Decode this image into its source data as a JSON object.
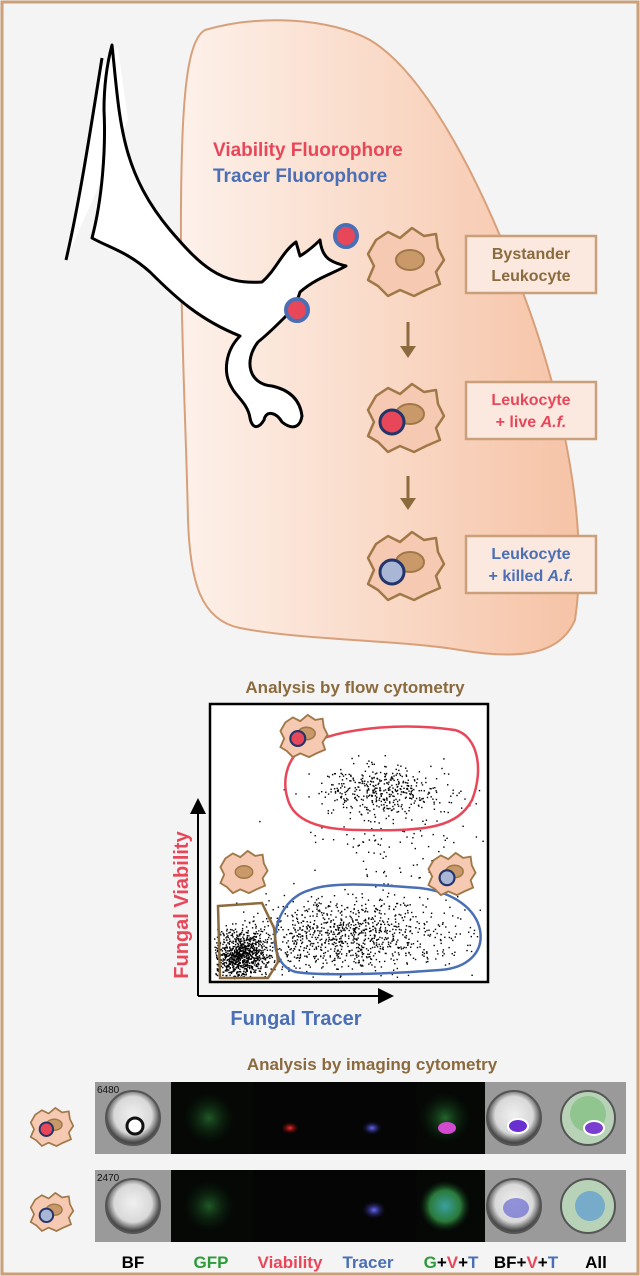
{
  "legend": {
    "viability_label": "Viability Fluorophore",
    "tracer_label": "Tracer Fluorophore"
  },
  "cells": [
    {
      "line1": "Bystander",
      "line2": "Leukocyte",
      "line2_tail": ""
    },
    {
      "line1": "Leukocyte",
      "line2": "+ live ",
      "line2_tail": "A.f."
    },
    {
      "line1": "Leukocyte",
      "line2": "+ killed ",
      "line2_tail": "A.f."
    }
  ],
  "flow": {
    "title": "Analysis by flow cytometry",
    "ylabel": "Fungal Viability",
    "xlabel": "Fungal Tracer"
  },
  "imaging": {
    "title": "Analysis by imaging cytometry",
    "rows": [
      {
        "id_label": "6480",
        "state": "live"
      },
      {
        "id_label": "2470",
        "state": "killed"
      }
    ],
    "channels": [
      "BF",
      "GFP",
      "Viability",
      "Tracer",
      "G+V+T",
      "BF+V+T",
      "All"
    ]
  },
  "colors": {
    "viability": "#e8475a",
    "tracer": "#4a6fb5",
    "gfp": "#2e9a3c",
    "bystander": "#8b6a3e",
    "cell_fill": "#f6c9b3",
    "cell_stroke": "#a07848",
    "nucleus": "#c9996a",
    "lung": "#f9d9c6"
  }
}
